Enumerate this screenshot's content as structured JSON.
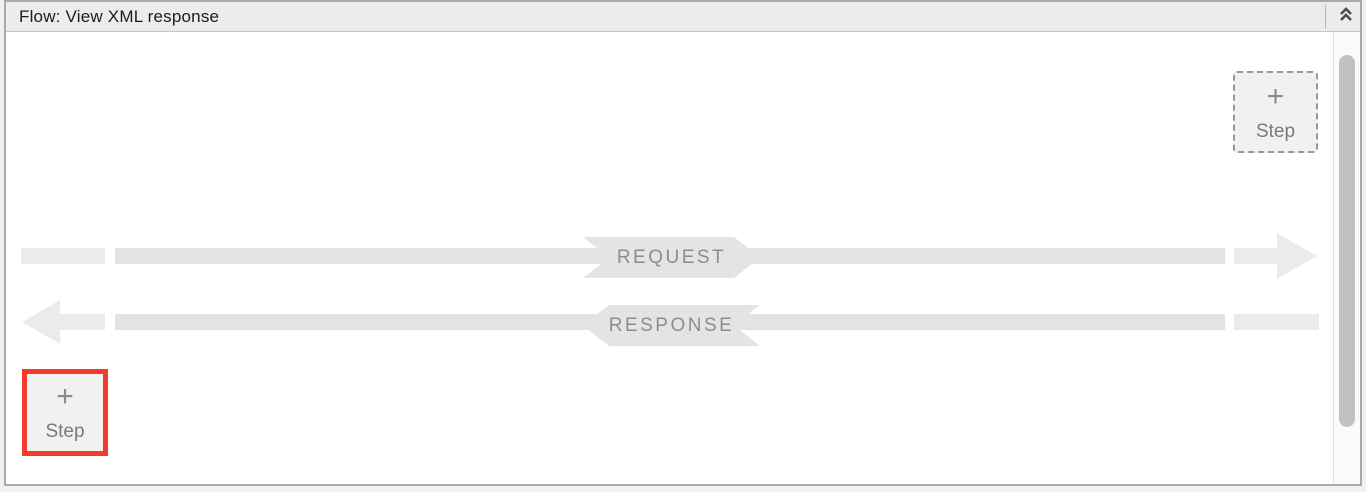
{
  "header": {
    "title": "Flow: View XML response",
    "collapse_icon": "chevron-double-up"
  },
  "flow": {
    "request": {
      "label": "REQUEST",
      "direction": "right"
    },
    "response": {
      "label": "RESPONSE",
      "direction": "left"
    }
  },
  "buttons": {
    "add_step_top": {
      "plus": "+",
      "label": "Step"
    },
    "add_step_bottom": {
      "plus": "+",
      "label": "Step",
      "highlighted": true
    }
  },
  "colors": {
    "highlight_red": "#f23b2f",
    "flow_bar": "#e3e3e1",
    "flow_bar_light": "#ebebe9",
    "banner_bg": "#e4e4e2",
    "banner_text": "#8d8d8b",
    "header_bg": "#ececec",
    "button_text": "#7a7a78",
    "scroll_thumb": "#c1c1c1"
  }
}
